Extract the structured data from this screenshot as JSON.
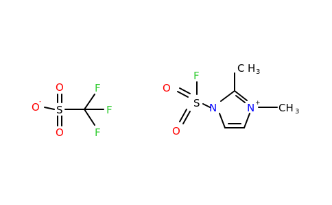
{
  "colors": {
    "O": "#ff0000",
    "F": "#33cc33",
    "N": "#0000ff",
    "S": "#000000",
    "C": "#000000"
  },
  "anion": {
    "O_single": "O",
    "O_charge": "-",
    "S": "S",
    "O_top": "O",
    "O_bottom": "O",
    "F_top": "F",
    "F_right": "F",
    "F_bottom": "F"
  },
  "cation": {
    "F": "F",
    "S": "S",
    "O_left": "O",
    "O_bottom": "O",
    "N1": "N",
    "N3": "N",
    "N3_charge": "+",
    "CH3_top_C": "C",
    "CH3_top_H": "H",
    "CH3_top_sub": "3",
    "CH3_right": "CH",
    "CH3_right_sub": "3"
  }
}
